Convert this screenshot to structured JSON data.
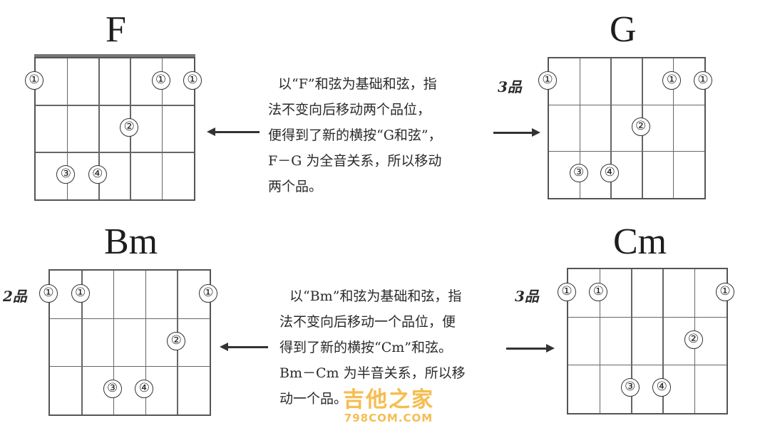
{
  "chords": [
    {
      "id": "f",
      "name": "F",
      "fret_label": "",
      "fingers": [
        {
          "string": 1,
          "fret": 1,
          "label": "①"
        },
        {
          "string": 5,
          "fret": 1,
          "label": "①"
        },
        {
          "string": 6,
          "fret": 1,
          "label": "①"
        },
        {
          "string": 4,
          "fret": 2,
          "label": "②"
        },
        {
          "string": 2,
          "fret": 3,
          "label": "③"
        },
        {
          "string": 3,
          "fret": 3,
          "label": "④"
        }
      ]
    },
    {
      "id": "g",
      "name": "G",
      "fret_label": "3品",
      "fingers": [
        {
          "string": 1,
          "fret": 1,
          "label": "①"
        },
        {
          "string": 5,
          "fret": 1,
          "label": "①"
        },
        {
          "string": 6,
          "fret": 1,
          "label": "①"
        },
        {
          "string": 4,
          "fret": 2,
          "label": "②"
        },
        {
          "string": 2,
          "fret": 3,
          "label": "③"
        },
        {
          "string": 3,
          "fret": 3,
          "label": "④"
        }
      ]
    },
    {
      "id": "bm",
      "name": "Bm",
      "fret_label": "2品",
      "fingers": [
        {
          "string": 1,
          "fret": 1,
          "label": "①"
        },
        {
          "string": 2,
          "fret": 1,
          "label": "①"
        },
        {
          "string": 6,
          "fret": 1,
          "label": "①"
        },
        {
          "string": 5,
          "fret": 2,
          "label": "②"
        },
        {
          "string": 3,
          "fret": 3,
          "label": "③"
        },
        {
          "string": 4,
          "fret": 3,
          "label": "④"
        }
      ]
    },
    {
      "id": "cm",
      "name": "Cm",
      "fret_label": "3品",
      "fingers": [
        {
          "string": 1,
          "fret": 1,
          "label": "①"
        },
        {
          "string": 2,
          "fret": 1,
          "label": "①"
        },
        {
          "string": 6,
          "fret": 1,
          "label": "①"
        },
        {
          "string": 5,
          "fret": 2,
          "label": "②"
        },
        {
          "string": 3,
          "fret": 3,
          "label": "③"
        },
        {
          "string": 4,
          "fret": 3,
          "label": "④"
        }
      ]
    }
  ],
  "descriptions": {
    "top": [
      "以“F”和弦为基础和弦，指",
      "法不变向后移动两个品位，",
      "便得到了新的横按“G和弦”，",
      "F－G 为全音关系，所以移动",
      "两个品。"
    ],
    "bottom": [
      "以“Bm”和弦为基础和弦，指",
      "法不变向后移动一个品位，便",
      "得到了新的横按“Cm”和弦。",
      "Bm－Cm 为半音关系，所以移",
      "动一个品。"
    ]
  },
  "watermark": {
    "title": "吉他之家",
    "subtitle": "798COM.COM"
  },
  "colors": {
    "ink": "#2a2a2a",
    "watermark": "#f4b640"
  }
}
